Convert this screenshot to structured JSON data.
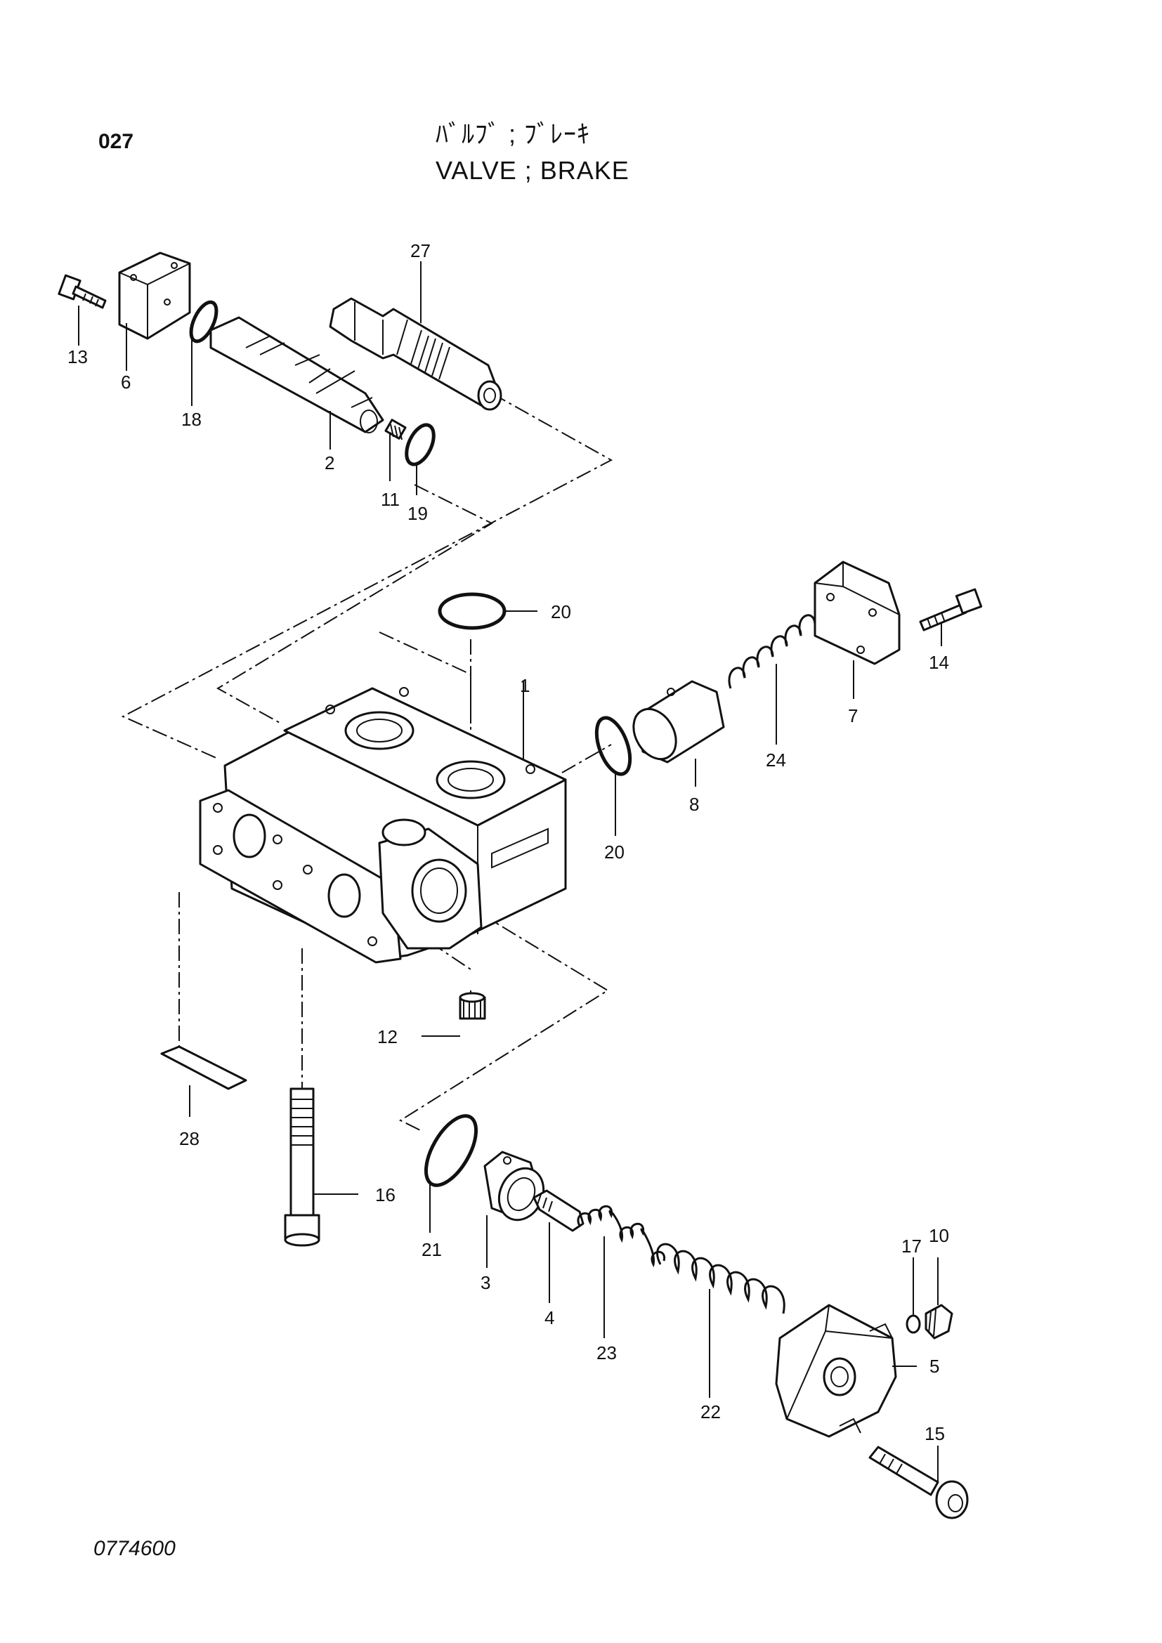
{
  "header": {
    "page_number": "027",
    "title_japanese": "ﾊﾞﾙﾌﾞ ; ﾌﾞﾚｰｷ",
    "title_english": "VALVE ; BRAKE"
  },
  "footer": {
    "drawing_code": "0774600"
  },
  "callouts": {
    "p1": "1",
    "p2": "2",
    "p3": "3",
    "p4": "4",
    "p5": "5",
    "p6": "6",
    "p7": "7",
    "p8": "8",
    "p10": "10",
    "p11": "11",
    "p12": "12",
    "p13": "13",
    "p14": "14",
    "p15": "15",
    "p16": "16",
    "p17": "17",
    "p18": "18",
    "p19": "19",
    "p20a": "20",
    "p20b": "20",
    "p21": "21",
    "p22": "22",
    "p23": "23",
    "p24": "24",
    "p27": "27",
    "p28": "28"
  }
}
